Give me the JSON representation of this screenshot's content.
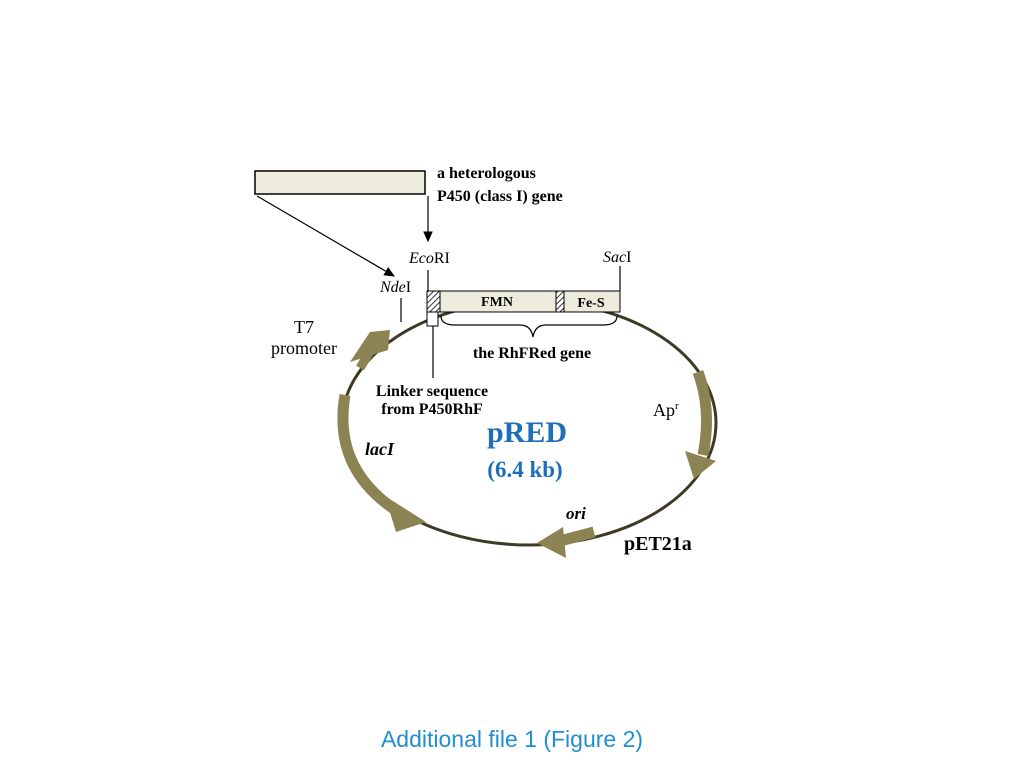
{
  "diagram": {
    "insert_gene_label_line1": "a heterologous",
    "insert_gene_label_line2": "P450 (class I) gene",
    "sites": {
      "nde_italic": "Nde",
      "nde_suffix": "I",
      "eco_italic": "Eco",
      "eco_suffix": "RI",
      "sac_italic": "Sac",
      "sac_suffix": "I"
    },
    "domains": {
      "fmn": "FMN",
      "fes": "Fe-S"
    },
    "gene_label": "the RhFRed gene",
    "linker_line1": "Linker sequence",
    "linker_line2": "from P450RhF",
    "t7_line1": "T7",
    "t7_line2": "promoter",
    "laci": "lacI",
    "apr_base": "Ap",
    "apr_sup": "r",
    "ori": "ori",
    "plasmid_name": "pRED",
    "plasmid_size": "(6.4 kb)",
    "backbone": "pET21a"
  },
  "colors": {
    "plasmid_name": "#1f6fb8",
    "arrow_fill": "#8b8352",
    "box_fill": "#ecebdc",
    "circle_stroke": "#3f3a26",
    "caption": "#1f8fd0"
  },
  "caption": "Additional file 1 (Figure 2)"
}
